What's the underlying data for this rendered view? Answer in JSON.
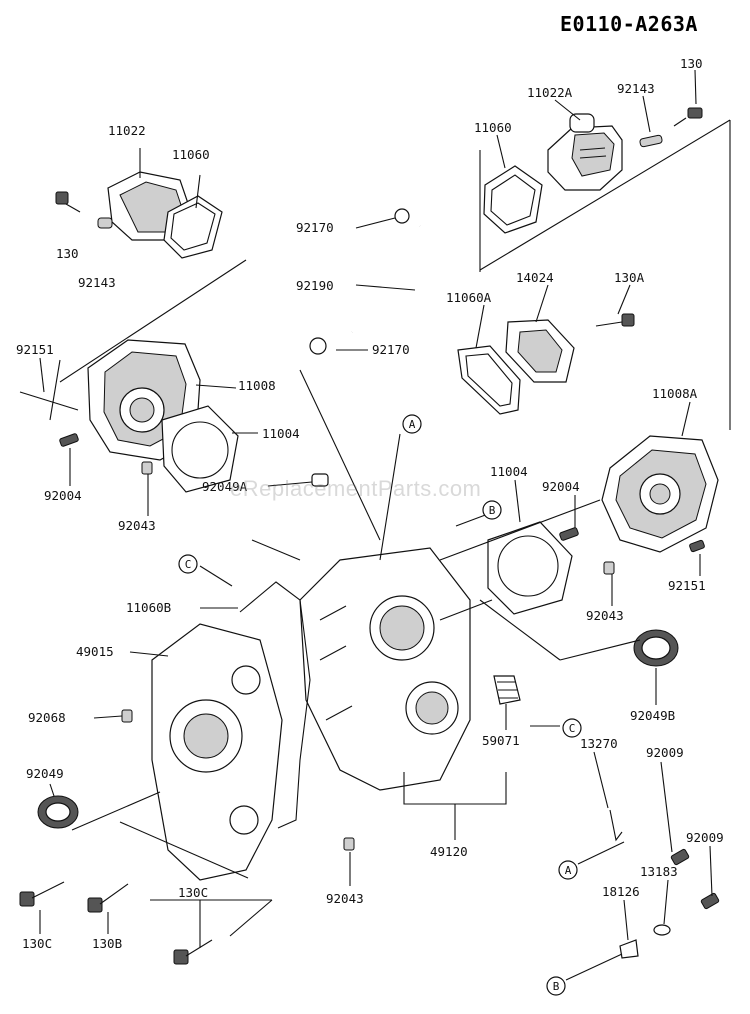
{
  "diagram_code": "E0110-A263A",
  "watermark": "eReplacementParts.com",
  "colors": {
    "ink": "#111111",
    "paper": "#ffffff",
    "shade": "#cfcfcf"
  },
  "part_labels": [
    {
      "id": "p130_tr",
      "text": "130"
    },
    {
      "id": "p11022A",
      "text": "11022A"
    },
    {
      "id": "p92143_tr",
      "text": "92143"
    },
    {
      "id": "p11060_tr",
      "text": "11060"
    },
    {
      "id": "p11022",
      "text": "11022"
    },
    {
      "id": "p11060_tl",
      "text": "11060"
    },
    {
      "id": "p130_tl",
      "text": "130"
    },
    {
      "id": "p92143_tl",
      "text": "92143"
    },
    {
      "id": "p92170_a",
      "text": "92170"
    },
    {
      "id": "p92190",
      "text": "92190"
    },
    {
      "id": "p14024",
      "text": "14024"
    },
    {
      "id": "p130A",
      "text": "130A"
    },
    {
      "id": "p11060A",
      "text": "11060A"
    },
    {
      "id": "p92151_l",
      "text": "92151"
    },
    {
      "id": "p92170_b",
      "text": "92170"
    },
    {
      "id": "p11008",
      "text": "11008"
    },
    {
      "id": "p11008A",
      "text": "11008A"
    },
    {
      "id": "p11004_l",
      "text": "11004"
    },
    {
      "id": "p92004_l",
      "text": "92004"
    },
    {
      "id": "p92049A",
      "text": "92049A"
    },
    {
      "id": "p11004_r",
      "text": "11004"
    },
    {
      "id": "p92004_r",
      "text": "92004"
    },
    {
      "id": "p92043_l",
      "text": "92043"
    },
    {
      "id": "p92151_r",
      "text": "92151"
    },
    {
      "id": "p11060B",
      "text": "11060B"
    },
    {
      "id": "p92043_r",
      "text": "92043"
    },
    {
      "id": "p49015",
      "text": "49015"
    },
    {
      "id": "p92049B",
      "text": "92049B"
    },
    {
      "id": "p92068",
      "text": "92068"
    },
    {
      "id": "p59071",
      "text": "59071"
    },
    {
      "id": "p92009_a",
      "text": "92009"
    },
    {
      "id": "p13270",
      "text": "13270"
    },
    {
      "id": "p92049",
      "text": "92049"
    },
    {
      "id": "p49120",
      "text": "49120"
    },
    {
      "id": "p92009_b",
      "text": "92009"
    },
    {
      "id": "p13183",
      "text": "13183"
    },
    {
      "id": "p18126",
      "text": "18126"
    },
    {
      "id": "p130C_m",
      "text": "130C"
    },
    {
      "id": "p92043_b",
      "text": "92043"
    },
    {
      "id": "p130C_l",
      "text": "130C"
    },
    {
      "id": "p130B",
      "text": "130B"
    }
  ],
  "callouts": [
    {
      "id": "cA1",
      "text": "A"
    },
    {
      "id": "cB1",
      "text": "B"
    },
    {
      "id": "cC1",
      "text": "C"
    },
    {
      "id": "cC2",
      "text": "C"
    },
    {
      "id": "cA2",
      "text": "A"
    },
    {
      "id": "cB2",
      "text": "B"
    }
  ]
}
